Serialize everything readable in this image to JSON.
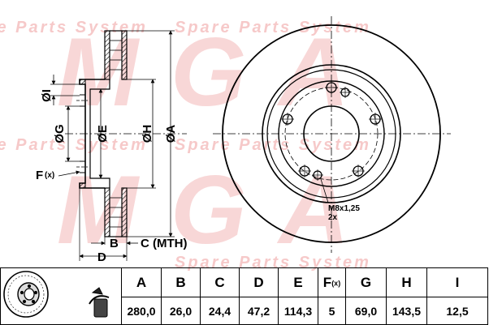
{
  "watermark": {
    "brand": "MGA",
    "tagline": "Spare Parts System",
    "color": "#f6c9c9"
  },
  "drawing": {
    "dim_labels": {
      "I": "ØI",
      "G": "ØG",
      "E": "ØE",
      "H": "ØH",
      "A": "ØA",
      "F": "F",
      "F_sub": "(x)",
      "B": "B",
      "C": "C (MTH)",
      "D": "D"
    },
    "thread_note": {
      "line1": "M8x1,25",
      "line2": "2x"
    }
  },
  "table": {
    "headers": [
      {
        "key": "A",
        "label": "A",
        "sub": ""
      },
      {
        "key": "B",
        "label": "B",
        "sub": ""
      },
      {
        "key": "C",
        "label": "C",
        "sub": ""
      },
      {
        "key": "D",
        "label": "D",
        "sub": ""
      },
      {
        "key": "E",
        "label": "E",
        "sub": ""
      },
      {
        "key": "F",
        "label": "F",
        "sub": "(x)"
      },
      {
        "key": "G",
        "label": "G",
        "sub": ""
      },
      {
        "key": "H",
        "label": "H",
        "sub": ""
      },
      {
        "key": "I",
        "label": "I",
        "sub": ""
      }
    ],
    "values": [
      "280,0",
      "26,0",
      "24,4",
      "47,2",
      "114,3",
      "5",
      "69,0",
      "143,5",
      "12,5"
    ]
  }
}
